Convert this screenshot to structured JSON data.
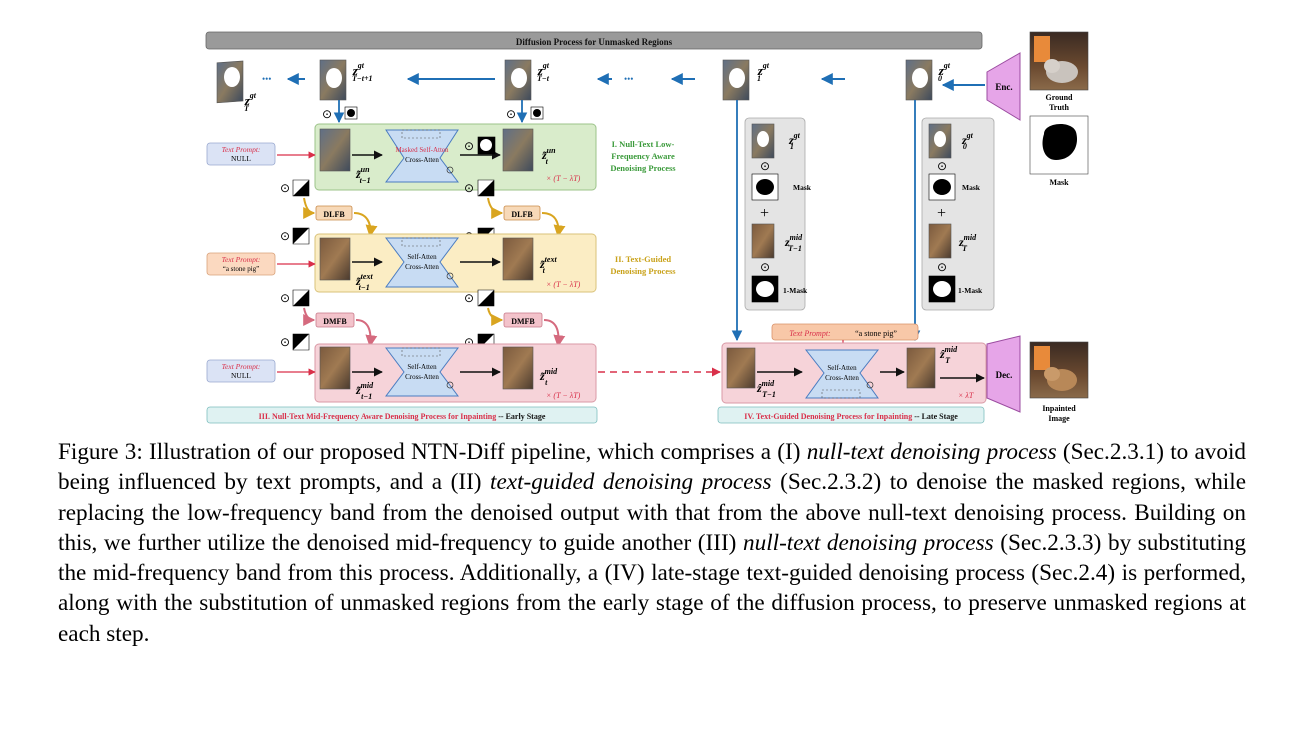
{
  "figure": {
    "top_bar": "Diffusion Process for Unmasked Regions",
    "top_row": {
      "dots": "•••",
      "z_T": {
        "base": "z",
        "sup": "gt",
        "sub": "T"
      },
      "z_T_t1": {
        "base": "z",
        "sup": "gt",
        "sub": "T−t+1"
      },
      "z_T_t": {
        "base": "z",
        "sup": "gt",
        "sub": "T−t"
      },
      "z_1": {
        "base": "z",
        "sup": "gt",
        "sub": "1"
      },
      "z_0": {
        "base": "z",
        "sup": "gt",
        "sub": "0"
      }
    },
    "encoder": "Enc.",
    "decoder": "Dec.",
    "ground_truth_label": [
      "Ground",
      "Truth"
    ],
    "mask_label": "Mask",
    "inpainted_label": [
      "Inpainted",
      "Image"
    ],
    "stage1": {
      "prompt_title": "Text Prompt:",
      "prompt_value": "NULL",
      "unet_top": "Masked Self-Atten",
      "unet_bottom": "Cross-Atten",
      "z_in": {
        "base": "z̃",
        "sup": "un",
        "sub": "t−1"
      },
      "z_out": {
        "base": "z̃",
        "sup": "un",
        "sub": "t"
      },
      "repeat": "× (T − λT)",
      "title": [
        "I. Null-Text Low-",
        "Frequency Aware",
        "Denoising Process"
      ]
    },
    "dlfb": "DLFB",
    "stage2": {
      "prompt_title": "Text Prompt:",
      "prompt_value": "“a stone pig”",
      "unet_top": "Self-Atten",
      "unet_bottom": "Cross-Atten",
      "z_in": {
        "base": "z̃",
        "sup": "text",
        "sub": "t−1"
      },
      "z_out": {
        "base": "z̃",
        "sup": "text",
        "sub": "t"
      },
      "repeat": "× (T − λT)",
      "title": [
        "II. Text-Guided",
        "Denoising Process"
      ]
    },
    "dmfb": "DMFB",
    "stage3": {
      "prompt_title": "Text Prompt:",
      "prompt_value": "NULL",
      "unet_top": "Self-Atten",
      "unet_bottom": "Cross-Atten",
      "z_in": {
        "base": "z̃",
        "sup": "mid",
        "sub": "t−1"
      },
      "z_out": {
        "base": "z̃",
        "sup": "mid",
        "sub": "t"
      },
      "repeat": "× (T − λT)",
      "title_main": "III.  Null-Text Mid-Frequency Aware Denoising Process for Inpainting",
      "title_tail": " -- Early Stage"
    },
    "panel_a": {
      "z1": {
        "base": "z",
        "sup": "gt",
        "sub": "1"
      },
      "mask": "Mask",
      "plus": "+",
      "zmid": {
        "base": "z",
        "sup": "mid",
        "sub": "T−1"
      },
      "inv_mask": "1-Mask"
    },
    "panel_b": {
      "z0": {
        "base": "z",
        "sup": "gt",
        "sub": "0"
      },
      "mask": "Mask",
      "plus": "+",
      "zmid": {
        "base": "z",
        "sup": "mid",
        "sub": "T"
      },
      "inv_mask": "1-Mask"
    },
    "stage4": {
      "prompt_title": "Text Prompt:",
      "prompt_value": "“a stone pig”",
      "unet_top": "Self-Atten",
      "unet_bottom": "Cross-Atten",
      "z_in": {
        "base": "ẑ",
        "sup": "mid",
        "sub": "T−1"
      },
      "z_out": {
        "base": "ẑ",
        "sup": "mid",
        "sub": "T"
      },
      "repeat": "× λT",
      "title_main": "IV. Text-Guided Denoising Process for Inpainting",
      "title_tail": " -- Late Stage"
    },
    "odot": "⊙"
  },
  "caption": {
    "parts": [
      {
        "t": "Figure 3: Illustration of our proposed NTN-Diff pipeline, which comprises a (I) ",
        "i": false
      },
      {
        "t": "null-text denoising process",
        "i": true
      },
      {
        "t": " (Sec.2.3.1) to avoid being influenced by text prompts, and a (II) ",
        "i": false
      },
      {
        "t": "text-guided denoising process",
        "i": true
      },
      {
        "t": " (Sec.2.3.2) to denoise the masked regions, while replacing the low-frequency band from the denoised output with that from the above null-text denoising process. Building on this, we further utilize the denoised mid-frequency to guide another (III) ",
        "i": false
      },
      {
        "t": "null-text denoising process",
        "i": true
      },
      {
        "t": " (Sec.2.3.3) by substituting the mid-frequency band from this process.  Additionally, a (IV) late-stage text-guided denoising process (Sec.2.4) is performed, along with the substitution of unmasked regions from the early stage of the diffusion process, to preserve unmasked regions at each step.",
        "i": false
      }
    ]
  }
}
